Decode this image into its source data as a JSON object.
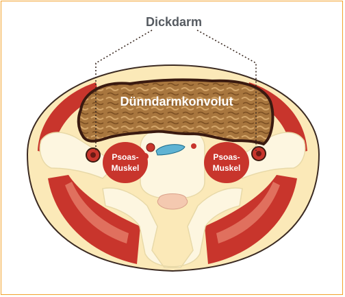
{
  "labels": {
    "colon": "Dickdarm",
    "small_intestine": "Dünndarmkonvolut",
    "psoas_left_line1": "Psoas-",
    "psoas_left_line2": "Muskel",
    "psoas_right_line1": "Psoas-",
    "psoas_right_line2": "Muskel"
  },
  "colors": {
    "frame": "#f2a12b",
    "skin": "#fbe9b8",
    "muscle": "#c8352c",
    "muscle_light": "#e0705e",
    "bone": "#fdf6e0",
    "bone_outline": "#e8d9a8",
    "intestine_fill": "#a8763e",
    "intestine_dark": "#3a1a10",
    "vein": "#5fb3d3"
  }
}
